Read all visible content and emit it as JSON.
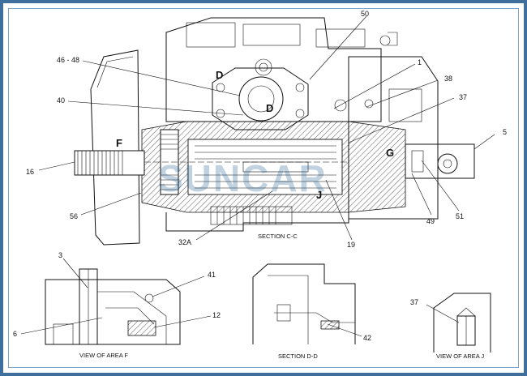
{
  "watermark": "SUNCAR",
  "callouts": {
    "c50": "50",
    "c46_48": "46 - 48",
    "c1": "1",
    "c38": "38",
    "c40": "40",
    "c37": "37",
    "c5": "5",
    "c16": "16",
    "c56": "56",
    "c49": "49",
    "c51": "51",
    "c32a": "32A",
    "c19": "19",
    "c3": "3",
    "c41": "41",
    "c12": "12",
    "c6": "6",
    "c42": "42",
    "c37b": "37"
  },
  "section_letters": {
    "d_top": "D",
    "d_bottom": "D",
    "f": "F",
    "g": "G",
    "j": "J"
  },
  "captions": {
    "section_cc": "SECTION C-C",
    "view_f": "VIEW OF AREA F",
    "section_dd": "SECTION D-D",
    "view_j": "VIEW OF AREA J"
  },
  "colors": {
    "frame": "#3f6f9c",
    "watermark": "#1e5a8c",
    "line": "#111111"
  }
}
